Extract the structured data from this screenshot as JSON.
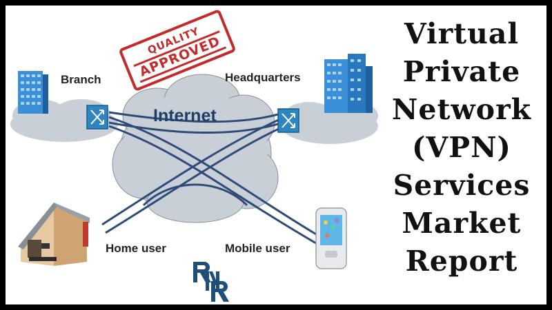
{
  "title": {
    "lines": [
      "Virtual",
      "Private",
      "Network",
      "(VPN)",
      "Services",
      "Market",
      "Report"
    ]
  },
  "diagram": {
    "cloud_label": "Internet",
    "nodes": {
      "branch": "Branch",
      "headquarters": "Headquarters",
      "home_user": "Home user",
      "mobile_user": "Mobile user"
    }
  },
  "stamp": {
    "top": "QUALITY",
    "bottom": "APPROVED"
  },
  "logo": {
    "letters": "RNR"
  },
  "colors": {
    "border": "#000000",
    "cloud": "#c9cfd6",
    "tunnel": "#2e4a78",
    "router": "#2e86c1",
    "stamp": "#c42a2a",
    "logo": "#1f4e79"
  }
}
